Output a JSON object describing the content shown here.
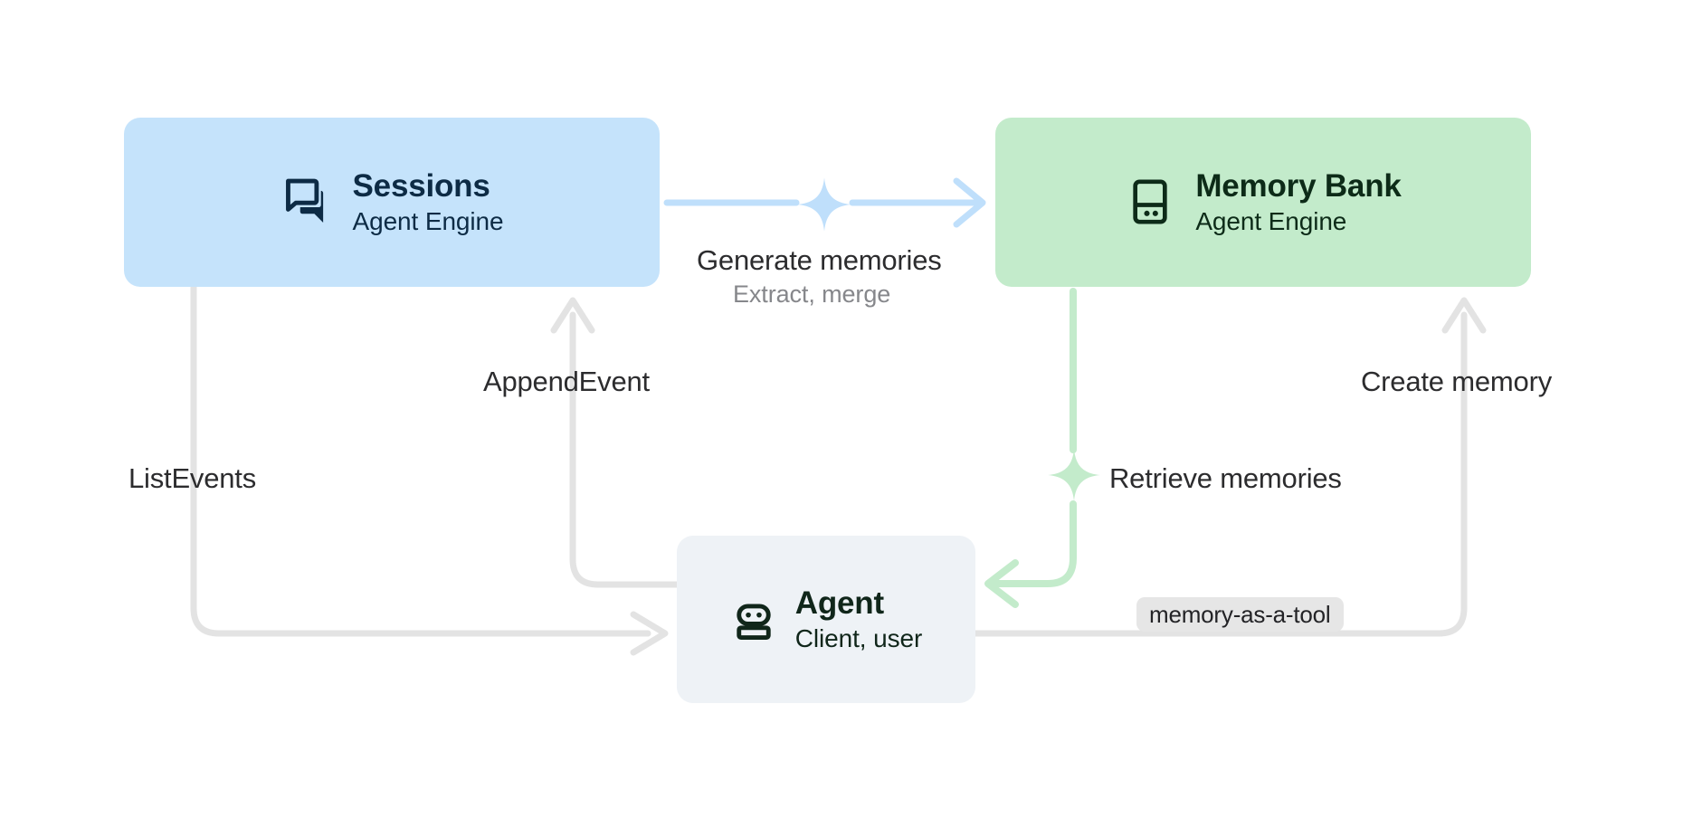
{
  "diagram": {
    "title": "Agent Engine Sessions and Memory Bank flow",
    "colors": {
      "sessions_fill": "#c5e3fb",
      "sessions_text": "#0d2b45",
      "memory_fill": "#c3ebcb",
      "memory_text": "#0d2b18",
      "agent_fill": "#eef2f6",
      "agent_text": "#10261a",
      "blue_wire": "#bfdffb",
      "green_wire": "#c3ebcb",
      "gray_wire": "#e3e3e3",
      "label_text": "#2c2c2e",
      "sublabel_text": "#86878b",
      "badge_fill": "#e6e6e6"
    }
  },
  "nodes": {
    "sessions": {
      "title": "Sessions",
      "subtitle": "Agent Engine",
      "icon": "chat-bubbles-icon"
    },
    "memory_bank": {
      "title": "Memory Bank",
      "subtitle": "Agent Engine",
      "icon": "memory-bank-icon"
    },
    "agent": {
      "title": "Agent",
      "subtitle": "Client, user",
      "icon": "robot-icon"
    }
  },
  "edges": {
    "generate_memories": {
      "label": "Generate memories",
      "sublabel": "Extract, merge",
      "from": "sessions",
      "to": "memory_bank",
      "color": "#bfdffb",
      "marker": "sparkle-icon"
    },
    "append_event": {
      "label": "AppendEvent",
      "from": "agent",
      "to": "sessions",
      "color": "#e3e3e3"
    },
    "list_events": {
      "label": "ListEvents",
      "from": "sessions",
      "to": "agent",
      "color": "#e3e3e3"
    },
    "retrieve_memories": {
      "label": "Retrieve memories",
      "from": "memory_bank",
      "to": "agent",
      "color": "#c3ebcb",
      "marker": "sparkle-icon"
    },
    "create_memory": {
      "label": "Create memory",
      "from": "agent",
      "to": "memory_bank",
      "color": "#e3e3e3",
      "badge": "memory-as-a-tool"
    }
  },
  "badges": {
    "memory_as_a_tool": "memory-as-a-tool"
  }
}
